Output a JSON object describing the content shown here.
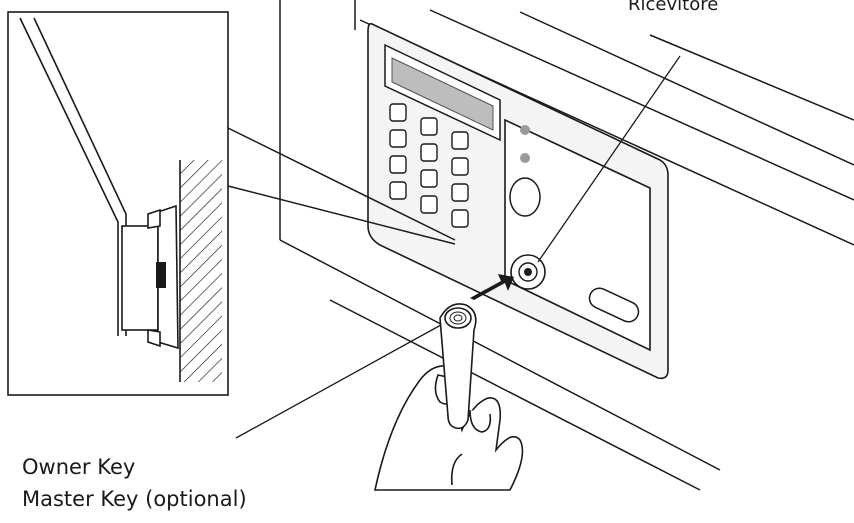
{
  "callouts": {
    "receiver": "Ricevitore",
    "owner_key": "Owner Key",
    "master_key": "Master Key (optional)"
  },
  "keypad": {
    "keys": 12
  },
  "colors": {
    "stroke": "#1a1a1a",
    "fill": "#ffffff",
    "panel": "#f4f4f4"
  }
}
